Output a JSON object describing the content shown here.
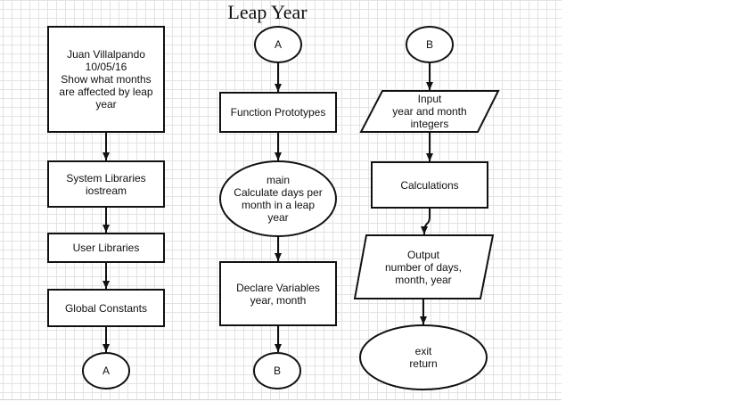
{
  "title": "Leap Year",
  "colors": {
    "stroke": "#111111",
    "fill": "#ffffff",
    "grid": "#e3e3e3"
  },
  "nodes": {
    "header_info": "Juan Villalpando\n10/05/16\nShow what months\nare affected by leap\nyear",
    "system_libraries": "System Libraries\niostream",
    "user_libraries": "User Libraries",
    "global_constants": "Global Constants",
    "connector_a_start": "A",
    "connector_a_end": "A",
    "function_prototypes": "Function Prototypes",
    "main": "main\nCalculate days per\nmonth in a leap\nyear",
    "declare_variables": "Declare Variables\nyear, month",
    "connector_b_start": "B",
    "connector_b_end": "B",
    "input": "Input\nyear and month\nintegers",
    "calculations": "Calculations",
    "output": "Output\nnumber of days,\nmonth, year",
    "exit": "exit\nreturn"
  },
  "edges": [
    {
      "from": "header_info",
      "to": "system_libraries"
    },
    {
      "from": "system_libraries",
      "to": "user_libraries"
    },
    {
      "from": "user_libraries",
      "to": "global_constants"
    },
    {
      "from": "global_constants",
      "to": "connector_a_end"
    },
    {
      "from": "connector_a_start",
      "to": "function_prototypes"
    },
    {
      "from": "function_prototypes",
      "to": "main"
    },
    {
      "from": "main",
      "to": "declare_variables"
    },
    {
      "from": "declare_variables",
      "to": "connector_b_end"
    },
    {
      "from": "connector_b_start",
      "to": "input"
    },
    {
      "from": "input",
      "to": "calculations"
    },
    {
      "from": "calculations",
      "to": "output"
    },
    {
      "from": "output",
      "to": "exit"
    }
  ]
}
